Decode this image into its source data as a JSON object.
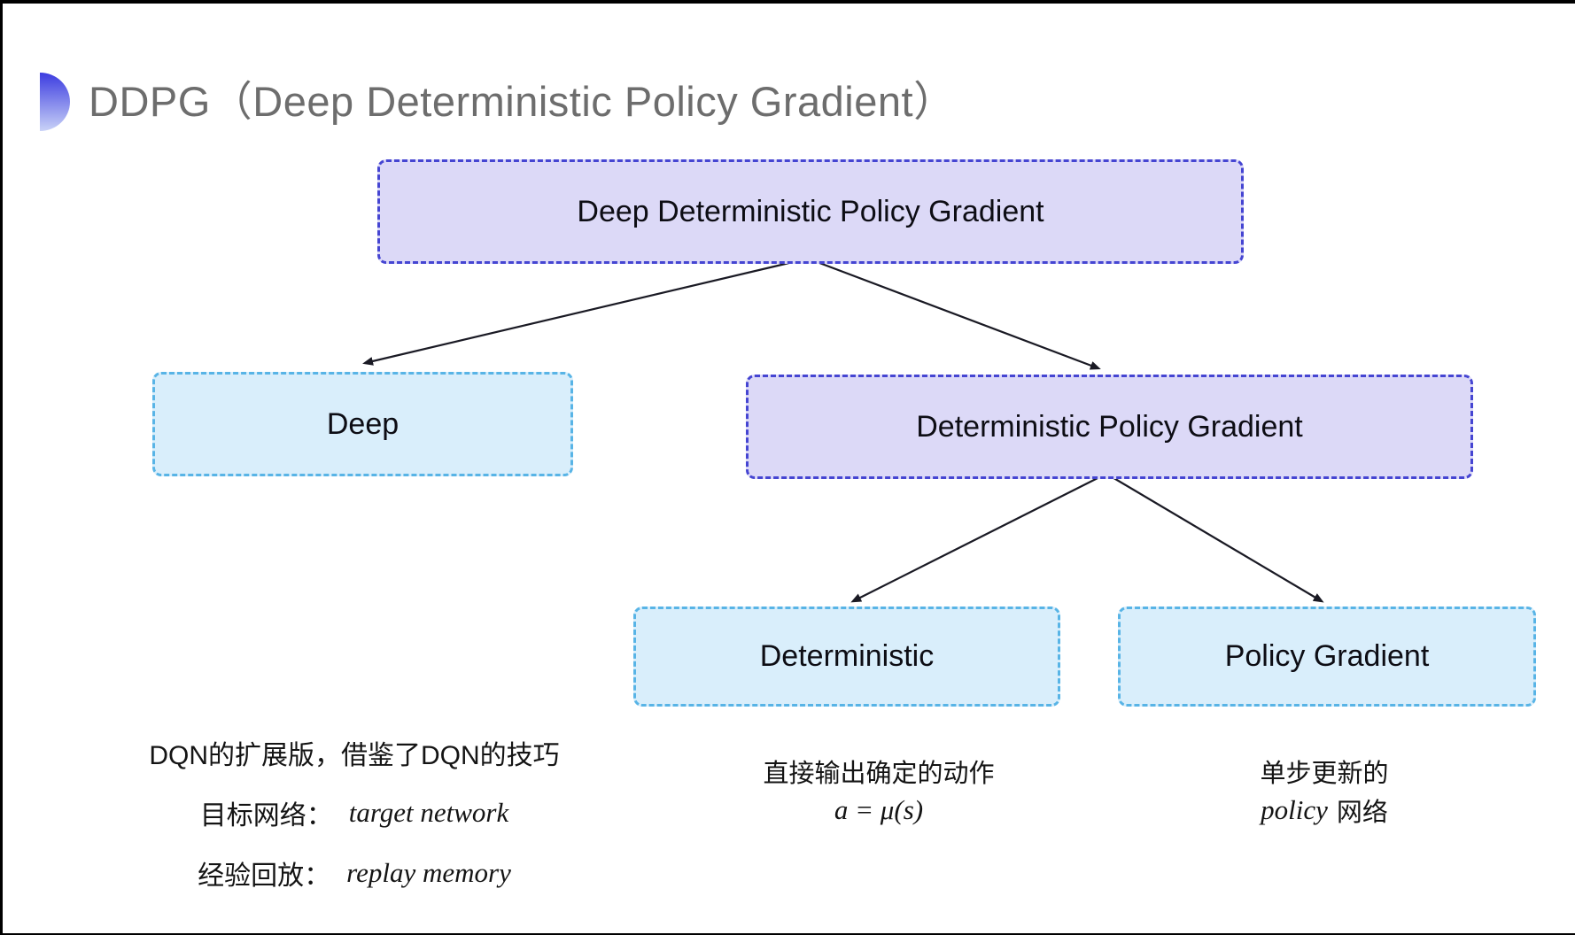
{
  "slide": {
    "title": "DDPG（Deep Deterministic Policy Gradient）"
  },
  "colors": {
    "accent_disc_top": "#3c3ce0",
    "accent_disc_bottom": "#c9d2f7",
    "title_text": "#6d6d6d",
    "purple_fill": "#dcd9f7",
    "purple_border": "#4545d2",
    "cyan_fill": "#d9eefb",
    "cyan_border": "#58b4e6",
    "arrow": "#1a1a24",
    "note_text": "#141414"
  },
  "tree": {
    "root": {
      "label": "Deep Deterministic Policy Gradient"
    },
    "deep": {
      "label": "Deep"
    },
    "dpg": {
      "label": "Deterministic Policy Gradient"
    },
    "deterministic": {
      "label": "Deterministic"
    },
    "policy_gradient": {
      "label": "Policy Gradient"
    }
  },
  "notes": {
    "deep": {
      "line1": "DQN的扩展版，借鉴了DQN的技巧",
      "line2_label": "目标网络：",
      "line2_term": "target network",
      "line3_label": "经验回放：",
      "line3_term": "replay memory"
    },
    "deterministic": {
      "line1": "直接输出确定的动作",
      "equation": "a = μ(s)"
    },
    "policy_gradient": {
      "line1": "单步更新的",
      "term": "policy",
      "suffix": "网络"
    }
  }
}
